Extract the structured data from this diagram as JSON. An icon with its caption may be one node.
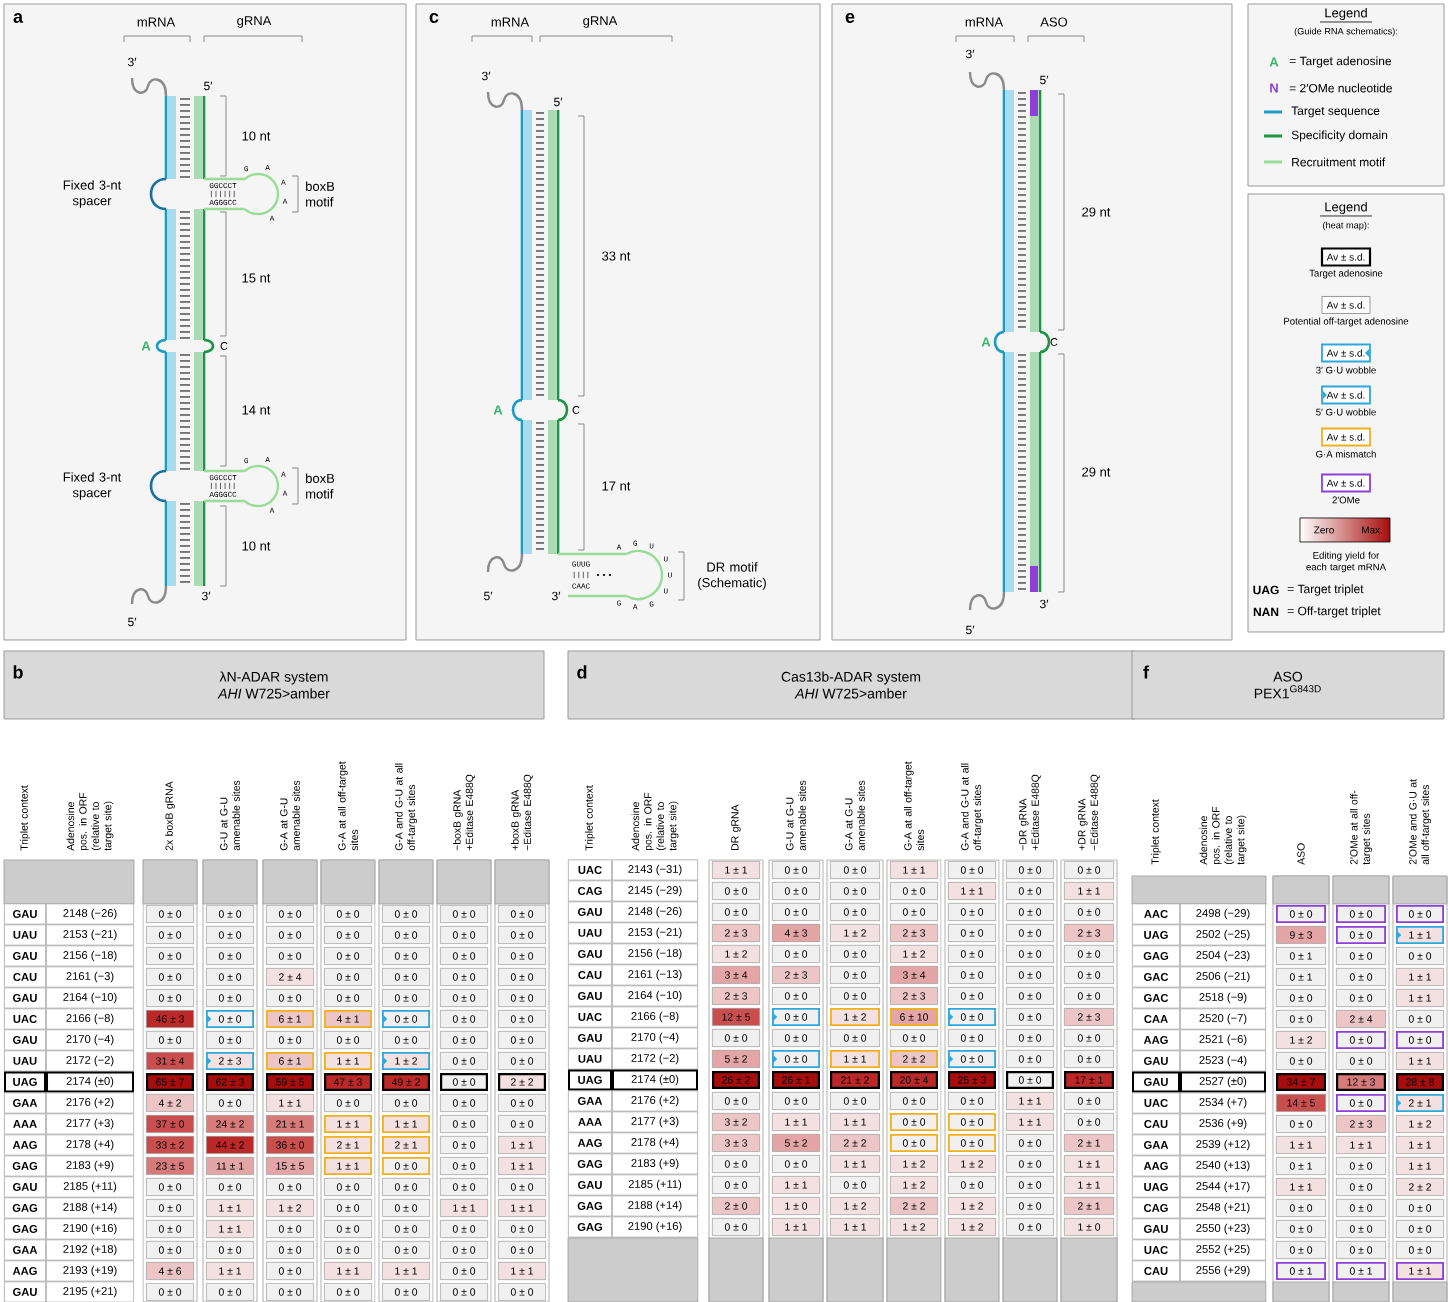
{
  "diagram": {
    "nodes": [
      {
        "text": [
          "λN-ADAR system",
          "*AHI* W725>amber"
        ]
      },
      {
        "text": [
          "Cas13b-ADAR system",
          "*AHI* W725>amber"
        ]
      },
      {
        "text": [
          "ASO",
          "PEX1$^{G843D}$"
        ]
      }
    ],
    "labels": [
      "a",
      "mRNA",
      "gRNA",
      "3′",
      "5′",
      "10 nt",
      "Fixed 3-nt spacer",
      "GGCCCT",
      "AGGGCC",
      "G",
      "A",
      "A",
      "A",
      "A",
      "boxB motif",
      "15 nt",
      "A",
      "C",
      "14 nt",
      "Fixed 3-nt spacer",
      "GGCCCT",
      "AGGGCC",
      "G",
      "A",
      "A",
      "A",
      "A",
      "boxB motif",
      "10 nt",
      "3′",
      "5′",
      "c",
      "mRNA",
      "gRNA",
      "3′",
      "5′",
      "33 nt",
      "A",
      "C",
      "17 nt",
      "GUUG",
      "CAAC",
      "A",
      "G",
      "U",
      "U",
      "U",
      "U",
      "G",
      "A",
      "G",
      "DR motif (Schematic)",
      "5′",
      "3′",
      "e",
      "mRNA",
      "ASO",
      "3′",
      "5′",
      "29 nt",
      "A",
      "C",
      "29 nt",
      "3′",
      "5′",
      "Legend",
      "(Guide RNA schematics):",
      "A",
      "N",
      "Legend",
      "(heat map):",
      "Av ± s.d.",
      "Av ± s.d.",
      "Av ± s.d.",
      "Av ± s.d.",
      "Av ± s.d.",
      "Av ± s.d.",
      "Zero",
      "Max.",
      "UAG",
      "NAN",
      "b",
      "Triplet context",
      "Adenosine pos. in ORF (relative to target site)",
      "2x boxB gRNA",
      "G-U at G-U amenable sites",
      "G-A at G-U amenable sites",
      "G-A at all off-target sites",
      "G-A and G-U at all off-target sites",
      "−boxB gRNA +Editase E488Q",
      "+boxB gRNA −Editase E488Q",
      "GAU",
      "2148 (−26)",
      "0 ± 0",
      "0 ± 0",
      "0 ± 0",
      "0 ± 0",
      "0 ± 0",
      "0 ± 0",
      "0 ± 0",
      "UAU",
      "2153 (−21)",
      "0 ± 0",
      "0 ± 0",
      "0 ± 0",
      "0 ± 0",
      "0 ± 0",
      "0 ± 0",
      "0 ± 0",
      "GAU",
      "2156 (−18)",
      "0 ± 0",
      "0 ± 0",
      "0 ± 0",
      "0 ± 0",
      "0 ± 0",
      "0 ± 0",
      "0 ± 0",
      "CAU",
      "2161 (−3)",
      "0 ± 0",
      "0 ± 0",
      "2 ± 4",
      "0 ± 0",
      "0 ± 0",
      "0 ± 0",
      "0 ± 0",
      "GAU",
      "2164 (−10)",
      "0 ± 0",
      "0 ± 0",
      "0 ± 0",
      "0 ± 0",
      "0 ± 0",
      "0 ± 0",
      "0 ± 0",
      "UAC",
      "2166 (−8)",
      "46 ± 3",
      "0 ± 0",
      "6 ± 1",
      "4 ± 1",
      "0 ± 0",
      "0 ± 0",
      "0 ± 0",
      "GAU",
      "2170 (−4)",
      "0 ± 0",
      "0 ± 0",
      "0 ± 0",
      "0 ± 0",
      "0 ± 0",
      "0 ± 0",
      "0 ± 0",
      "UAU",
      "2172 (−2)",
      "31 ± 4",
      "2 ± 3",
      "6 ± 1",
      "1 ± 1",
      "1 ± 2",
      "0 ± 0",
      "0 ± 0",
      "UAG",
      "2174 (±0)",
      "65 ± 7",
      "62 ± 3",
      "59 ± 5",
      "47 ± 3",
      "49 ± 2",
      "0 ± 0",
      "2 ± 2",
      "GAA",
      "2176 (+2)",
      "4 ± 2",
      "0 ± 0",
      "1 ± 1",
      "0 ± 0",
      "0 ± 0",
      "0 ± 0",
      "0 ± 0",
      "AAA",
      "2177 (+3)",
      "37 ± 0",
      "24 ± 2",
      "21 ± 1",
      "1 ± 1",
      "1 ± 1",
      "0 ± 0",
      "0 ± 0",
      "AAG",
      "2178 (+4)",
      "33 ± 2",
      "44 ± 2",
      "36 ± 0",
      "2 ± 1",
      "2 ± 1",
      "0 ± 0",
      "1 ± 1",
      "GAG",
      "2183 (+9)",
      "23 ± 5",
      "11 ± 1",
      "15 ± 5",
      "1 ± 1",
      "0 ± 0",
      "0 ± 0",
      "1 ± 1",
      "GAU",
      "2185 (+11)",
      "0 ± 0",
      "0 ± 0",
      "0 ± 0",
      "0 ± 0",
      "0 ± 0",
      "0 ± 0",
      "0 ± 0",
      "GAG",
      "2188 (+14)",
      "0 ± 0",
      "1 ± 1",
      "1 ± 2",
      "0 ± 0",
      "0 ± 0",
      "1 ± 1",
      "1 ± 1",
      "GAG",
      "2190 (+16)",
      "0 ± 0",
      "1 ± 1",
      "0 ± 0",
      "0 ± 0",
      "0 ± 0",
      "0 ± 0",
      "0 ± 0",
      "GAA",
      "2192 (+18)",
      "0 ± 0",
      "0 ± 0",
      "0 ± 0",
      "0 ± 0",
      "0 ± 0",
      "0 ± 0",
      "0 ± 0",
      "AAG",
      "2193 (+19)",
      "4 ± 6",
      "1 ± 1",
      "0 ± 0",
      "1 ± 1",
      "1 ± 1",
      "0 ± 0",
      "1 ± 1",
      "GAU",
      "2195 (+21)",
      "0 ± 0",
      "0 ± 0",
      "0 ± 0",
      "0 ± 0",
      "0 ± 0",
      "0 ± 0",
      "0 ± 0",
      "d",
      "Triplet context",
      "Adenosine pos. in ORF (relative to target site)",
      "DR gRNA",
      "G-U at G-U amenable sites",
      "G-A at G-U amenable sites",
      "G-A at all off-target sites",
      "G-A and G-U at all off-target sites",
      "−DR gRNA +Editase E488Q",
      "+DR gRNA −Editase E488Q",
      "UAC",
      "2143 (−31)",
      "1 ± 1",
      "0 ± 0",
      "0 ± 0",
      "1 ± 1",
      "0 ± 0",
      "0 ± 0",
      "0 ± 0",
      "CAG",
      "2145 (−29)",
      "0 ± 0",
      "0 ± 0",
      "0 ± 0",
      "0 ± 0",
      "1 ± 1",
      "0 ± 0",
      "1 ± 1",
      "GAU",
      "2148 (−26)",
      "0 ± 0",
      "0 ± 0",
      "0 ± 0",
      "0 ± 0",
      "0 ± 0",
      "0 ± 0",
      "0 ± 0",
      "UAU",
      "2153 (−21)",
      "2 ± 3",
      "4 ± 3",
      "1 ± 2",
      "2 ± 3",
      "0 ± 0",
      "0 ± 0",
      "2 ± 3",
      "GAU",
      "2156 (−18)",
      "1 ± 2",
      "0 ± 0",
      "0 ± 0",
      "1 ± 2",
      "0 ± 0",
      "0 ± 0",
      "0 ± 0",
      "CAU",
      "2161 (−13)",
      "3 ± 4",
      "2 ± 3",
      "0 ± 0",
      "3 ± 4",
      "0 ± 0",
      "0 ± 0",
      "0 ± 0",
      "GAU",
      "2164 (−10)",
      "2 ± 3",
      "0 ± 0",
      "0 ± 0",
      "2 ± 3",
      "0 ± 0",
      "0 ± 0",
      "0 ± 0",
      "UAC",
      "2166 (−8)",
      "12 ± 5",
      "0 ± 0",
      "1 ± 2",
      "6 ± 10",
      "0 ± 0",
      "0 ± 0",
      "2 ± 3",
      "GAU",
      "2170 (−4)",
      "0 ± 0",
      "0 ± 0",
      "0 ± 0",
      "0 ± 0",
      "0 ± 0",
      "0 ± 0",
      "0 ± 0",
      "UAU",
      "2172 (−2)",
      "5 ± 2",
      "0 ± 0",
      "1 ± 1",
      "2 ± 2",
      "0 ± 0",
      "0 ± 0",
      "0 ± 0",
      "UAG",
      "2174 (±0)",
      "26 ± 2",
      "26 ± 1",
      "21 ± 2",
      "20 ± 4",
      "25 ± 3",
      "0 ± 0",
      "17 ± 1",
      "GAA",
      "2176 (+2)",
      "0 ± 0",
      "0 ± 0",
      "0 ± 0",
      "0 ± 0",
      "0 ± 0",
      "1 ± 1",
      "0 ± 0",
      "AAA",
      "2177 (+3)",
      "3 ± 2",
      "1 ± 1",
      "1 ± 1",
      "0 ± 0",
      "0 ± 0",
      "1 ± 1",
      "0 ± 0",
      "AAG",
      "2178 (+4)",
      "3 ± 3",
      "5 ± 2",
      "2 ± 2",
      "0 ± 0",
      "0 ± 0",
      "0 ± 0",
      "2 ± 1",
      "GAG",
      "2183 (+9)",
      "0 ± 0",
      "0 ± 0",
      "1 ± 1",
      "1 ± 2",
      "1 ± 2",
      "0 ± 0",
      "1 ± 1",
      "GAU",
      "2185 (+11)",
      "0 ± 0",
      "1 ± 1",
      "0 ± 0",
      "1 ± 2",
      "0 ± 0",
      "0 ± 0",
      "1 ± 1",
      "GAG",
      "2188 (+14)",
      "2 ± 0",
      "1 ± 0",
      "1 ± 2",
      "2 ± 2",
      "1 ± 2",
      "0 ± 0",
      "2 ± 1",
      "GAG",
      "2190 (+16)",
      "0 ± 0",
      "1 ± 1",
      "1 ± 1",
      "1 ± 2",
      "1 ± 2",
      "0 ± 0",
      "1 ± 0",
      "f",
      "Triplet context",
      "Adenosine pos. in ORF (relative to target site)",
      "ASO",
      "2′OMe at all off-target sites",
      "2′OMe and G·U at all off-target sites",
      "AAC",
      "2498 (−29)",
      "0 ± 0",
      "0 ± 0",
      "0 ± 0",
      "UAG",
      "2502 (−25)",
      "9 ± 3",
      "0 ± 0",
      "1 ± 1",
      "GAG",
      "2504 (−23)",
      "0 ± 1",
      "0 ± 0",
      "0 ± 0",
      "GAC",
      "2506 (−21)",
      "0 ± 1",
      "0 ± 0",
      "1 ± 1",
      "GAC",
      "2518 (−9)",
      "0 ± 0",
      "0 ± 0",
      "1 ± 1",
      "CAA",
      "2520 (−7)",
      "0 ± 0",
      "2 ± 4",
      "0 ± 0",
      "AAG",
      "2521 (−6)",
      "1 ± 2",
      "0 ± 0",
      "0 ± 0",
      "GAU",
      "2523 (−4)",
      "0 ± 0",
      "0 ± 0",
      "1 ± 1",
      "GAU",
      "2527 (±0)",
      "34 ± 7",
      "12 ± 3",
      "28 ± 8",
      "UAC",
      "2534 (+7)",
      "14 ± 5",
      "0 ± 0",
      "2 ± 1",
      "CAU",
      "2536 (+9)",
      "0 ± 0",
      "2 ± 3",
      "1 ± 2",
      "GAA",
      "2539 (+12)",
      "1 ± 1",
      "1 ± 1",
      "1 ± 1",
      "AAG",
      "2540 (+13)",
      "0 ± 1",
      "0 ± 0",
      "1 ± 1",
      "UAG",
      "2544 (+17)",
      "1 ± 1",
      "0 ± 0",
      "2 ± 2",
      "CAG",
      "2548 (+21)",
      "0 ± 0",
      "0 ± 0",
      "0 ± 0",
      "GAU",
      "2550 (+23)",
      "0 ± 0",
      "0 ± 0",
      "0 ± 0",
      "UAC",
      "2552 (+25)",
      "0 ± 0",
      "0 ± 0",
      "0 ± 0",
      "CAU",
      "2556 (+29)",
      "0 ± 1",
      "0 ± 1",
      "1 ± 1"
    ],
    "legend": [
      {
        "text": "= Target adenosine"
      },
      {
        "text": "= 2′OMe nucleotide"
      },
      {
        "text": "Target sequence"
      },
      {
        "text": "Specificity domain"
      },
      {
        "text": "Recruitment motif"
      },
      {
        "text": "Target adenosine"
      },
      {
        "text": "Potential off-target adenosine"
      },
      {
        "text": "3′ G·U wobble"
      },
      {
        "text": "5′ G·U wobble"
      },
      {
        "text": "G·A mismatch"
      },
      {
        "text": "2′OMe"
      },
      {
        "text": "Editing yield for each target mRNA"
      },
      {
        "text": "= Target triplet"
      },
      {
        "text": "= Off-target triplet"
      }
    ]
  }
}
